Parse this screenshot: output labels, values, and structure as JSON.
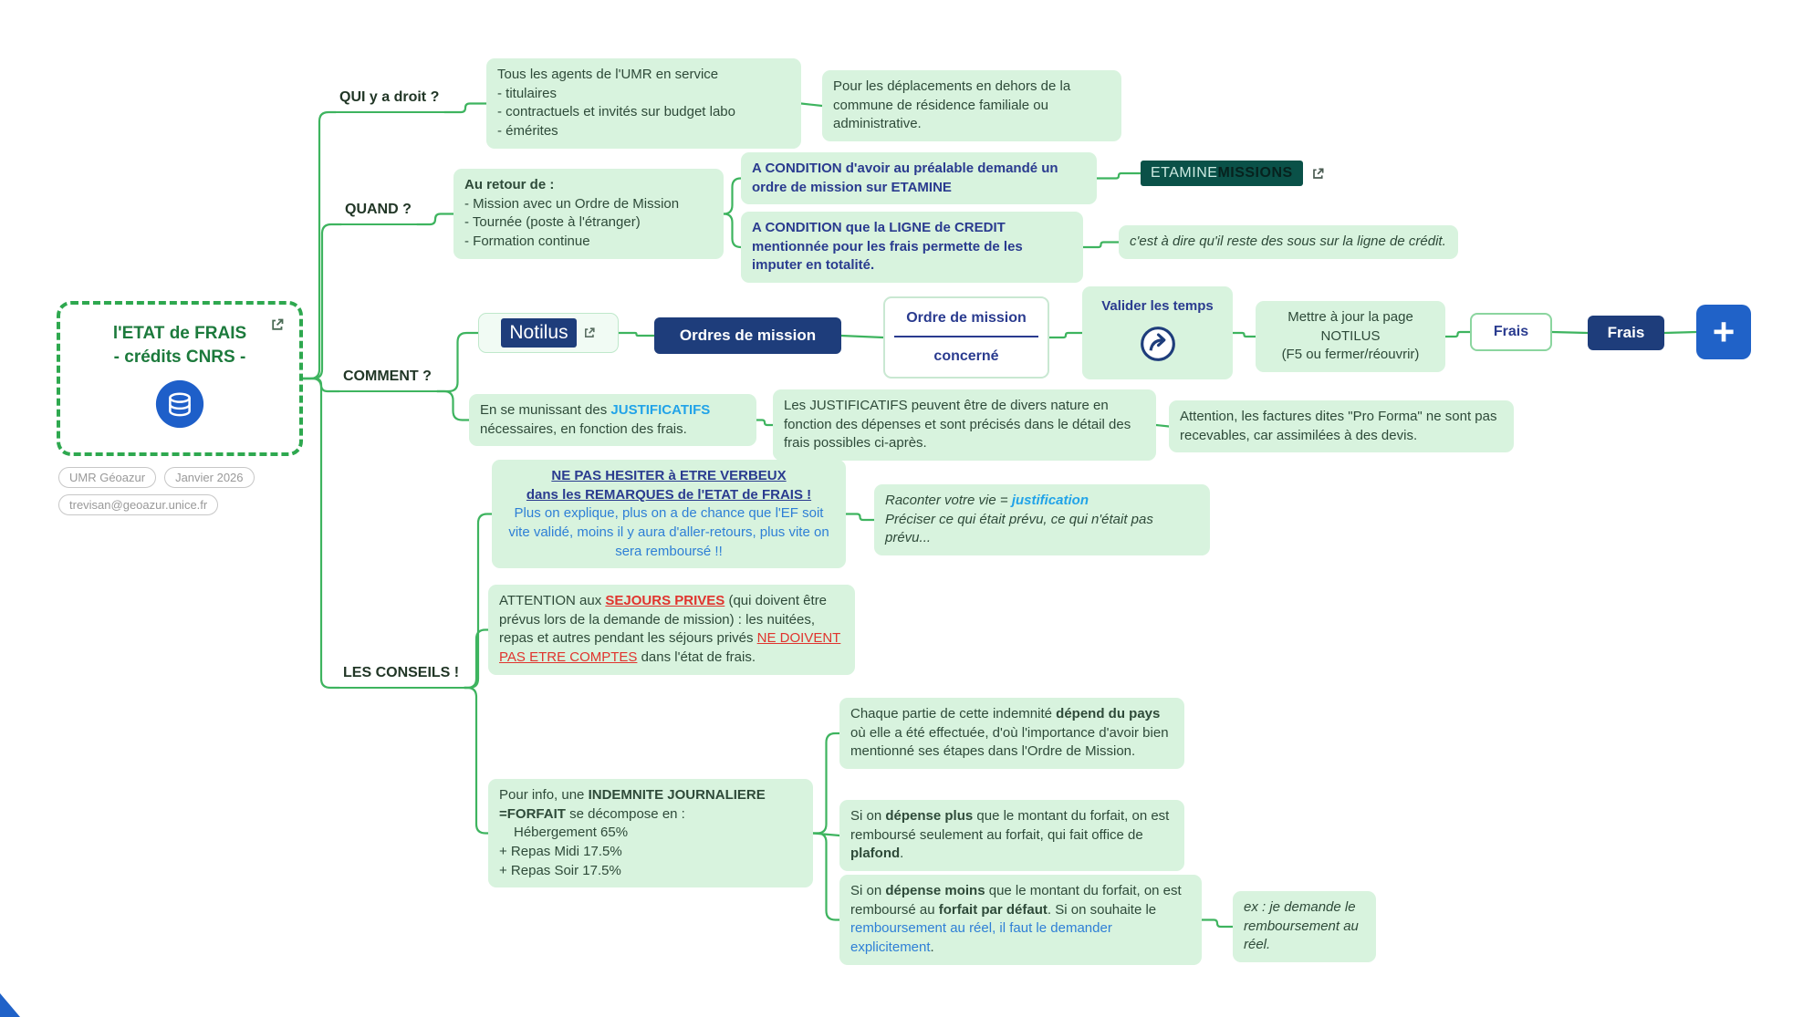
{
  "root": {
    "title_line1": "l'ETAT de FRAIS",
    "title_line2": "- crédits CNRS -",
    "tags": [
      "UMR Géoazur",
      "Janvier 2026"
    ],
    "email": "trevisan@geoazur.unice.fr"
  },
  "qui": {
    "label": "QUI y a droit ?",
    "agents": {
      "l1": "Tous les agents de l'UMR en service",
      "l2": "- titulaires",
      "l3": "- contractuels et invités sur budget labo",
      "l4": "- émérites"
    },
    "deplacements": "Pour les déplacements en dehors de la commune de résidence familiale ou administrative."
  },
  "quand": {
    "label": "QUAND ?",
    "retour": {
      "title": "Au retour de :",
      "l1": "- Mission avec un Ordre de Mission",
      "l2": "- Tournée (poste à l'étranger)",
      "l3": "- Formation continue"
    },
    "condition_etamine": "A CONDITION d'avoir au préalable demandé un ordre de mission sur ETAMINE",
    "etamine_logo": {
      "part1": "ETAMINE",
      "part2": "MISSIONS"
    },
    "condition_credit": "A CONDITION que la LIGNE de CREDIT mentionnée pour les frais permette de les imputer en totalité.",
    "credit_note": "c'est à dire qu'il reste des sous sur la ligne de crédit."
  },
  "comment": {
    "label": "COMMENT ?",
    "notilus": "Notilus",
    "ordres_mission": "Ordres de mission",
    "ordre_concerne": {
      "l1": "Ordre de mission",
      "l2": "concerné"
    },
    "valider_temps": "Valider les temps",
    "maj": {
      "l1": "Mettre à jour la page NOTILUS",
      "l2": "(F5 ou fermer/réouvrir)"
    },
    "frais_outline": "Frais",
    "frais_filled": "Frais",
    "plus": "+",
    "justificatifs": {
      "pre": "En se munissant des ",
      "hl": "JUSTIFICATIFS",
      "post": " nécessaires, en fonction des frais."
    },
    "justificatifs_nature": "Les JUSTIFICATIFS peuvent être de divers nature en fonction des dépenses et sont précisés dans le détail des frais possibles ci-après.",
    "proforma": "Attention, les factures dites \"Pro Forma\" ne sont pas recevables, car assimilées à des devis."
  },
  "conseils": {
    "label": "LES CONSEILS !",
    "verbeux": {
      "t1": "NE PAS HESITER à ETRE VERBEUX",
      "t2": "dans les REMARQUES de l'ETAT de FRAIS !",
      "body": "Plus on explique, plus on a de chance que l'EF soit vite validé, moins il y aura d'aller-retours, plus vite on sera remboursé !!"
    },
    "raconter": {
      "pre": "Raconter votre vie = ",
      "hl": "justification",
      "l2": "Préciser ce qui était prévu,  ce qui n'était pas prévu..."
    },
    "sejours": {
      "p1": "ATTENTION aux ",
      "hl1": "SEJOURS PRIVES",
      "p2": " (qui doivent être prévus lors de la demande de mission) : les nuitées, repas et autres pendant les séjours privés ",
      "hl2": "NE DOIVENT PAS ETRE COMPTES",
      "p3": " dans l'état de frais."
    },
    "indemnite": {
      "p1": "Pour info, une ",
      "b1": "INDEMNITE JOURNALIERE",
      "b2": "=FORFAIT",
      "p2": " se décompose en :",
      "l1": "Hébergement 65%",
      "l2": "+ Repas Midi 17.5%",
      "l3": "+ Repas Soir 17.5%"
    },
    "pays": {
      "p1": "Chaque partie de cette indemnité ",
      "b": "dépend du pays",
      "p2": " où elle a été effectuée, d'où l'importance d'avoir bien mentionné ses étapes dans l'Ordre de Mission."
    },
    "plus_forfait": {
      "p1": "Si on ",
      "b1": "dépense plus",
      "p2": " que le montant du forfait, on est remboursé seulement au forfait, qui fait office de ",
      "b2": "plafond",
      "p3": "."
    },
    "moins_forfait": {
      "p1": "Si on ",
      "b1": "dépense moins",
      "p2": " que le montant du forfait, on est remboursé au ",
      "b2": "forfait par défaut",
      "p3": ". Si on souhaite le ",
      "link": "remboursement au réel, il faut le demander explicitement",
      "p4": "."
    },
    "ex_reel": "ex : je demande le remboursement au réel."
  },
  "colors": {
    "accent_green": "#3eb45f",
    "box_green": "#d8f3de",
    "navy": "#2a3b8f",
    "navy_fill": "#1e3d7b",
    "cyan": "#21a3e8",
    "link_blue": "#2e7fd6",
    "red": "#e0342e",
    "button_blue": "#2062c8",
    "etamine_teal": "#0a5148"
  },
  "edges": [
    [
      "root",
      "qui-label"
    ],
    [
      "root",
      "quand-label"
    ],
    [
      "root",
      "comment-label"
    ],
    [
      "root",
      "conseils-label"
    ],
    [
      "qui-label",
      "qui-agents"
    ],
    [
      "qui-agents",
      "qui-deplacements"
    ],
    [
      "quand-label",
      "quand-retour"
    ],
    [
      "quand-retour",
      "quand-etamine"
    ],
    [
      "quand-etamine",
      "etamine-logo"
    ],
    [
      "quand-retour",
      "quand-credit"
    ],
    [
      "quand-credit",
      "credit-note"
    ],
    [
      "comment-label",
      "notilus"
    ],
    [
      "notilus",
      "ordres-mission"
    ],
    [
      "ordres-mission",
      "ordre-concerne"
    ],
    [
      "ordre-concerne",
      "valider-temps"
    ],
    [
      "valider-temps",
      "maj-notilus"
    ],
    [
      "maj-notilus",
      "frais-outline"
    ],
    [
      "frais-outline",
      "frais-filled"
    ],
    [
      "frais-filled",
      "plus-button"
    ],
    [
      "comment-label",
      "justificatifs"
    ],
    [
      "justificatifs",
      "justificatifs-nature"
    ],
    [
      "justificatifs-nature",
      "proforma"
    ],
    [
      "conseils-label",
      "verbeux"
    ],
    [
      "verbeux",
      "raconter"
    ],
    [
      "conseils-label",
      "sejours"
    ],
    [
      "conseils-label",
      "indemnite"
    ],
    [
      "indemnite",
      "pays"
    ],
    [
      "indemnite",
      "plus-forfait"
    ],
    [
      "indemnite",
      "moins-forfait"
    ],
    [
      "moins-forfait",
      "ex-reel"
    ]
  ]
}
